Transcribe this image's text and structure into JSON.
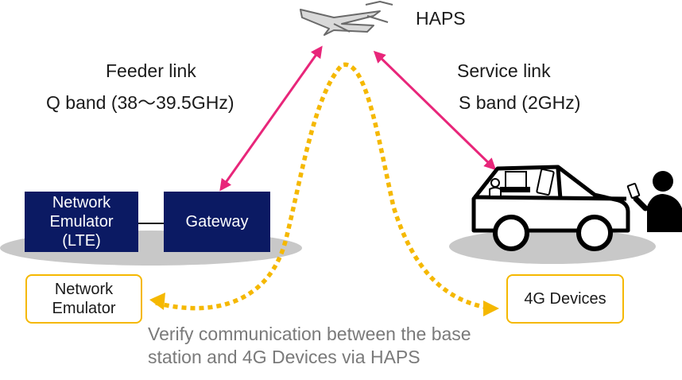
{
  "haps": {
    "label": "HAPS"
  },
  "feeder": {
    "title": "Feeder link",
    "band": "Q band (38～39.5GHz)"
  },
  "service": {
    "title": "Service link",
    "band": "S band (2GHz)"
  },
  "network_emulator_lte": {
    "line1": "Network",
    "line2": "Emulator",
    "line3": "(LTE)"
  },
  "gateway": {
    "label": "Gateway"
  },
  "network_emulator_box": {
    "line1": "Network",
    "line2": "Emulator"
  },
  "devices_box": {
    "label": "4G Devices"
  },
  "caption": {
    "line1": "Verify communication between the base",
    "line2": "station and 4G Devices via HAPS"
  },
  "colors": {
    "navy": "#0b1a63",
    "pink": "#e8267a",
    "yellow": "#f5b800",
    "ground": "#c8c8c8",
    "caption": "#7a7a7a"
  },
  "icons": [
    "haps-aircraft-icon",
    "car-icon",
    "laptop-icon",
    "smartphone-icon",
    "person-with-phone-icon"
  ]
}
